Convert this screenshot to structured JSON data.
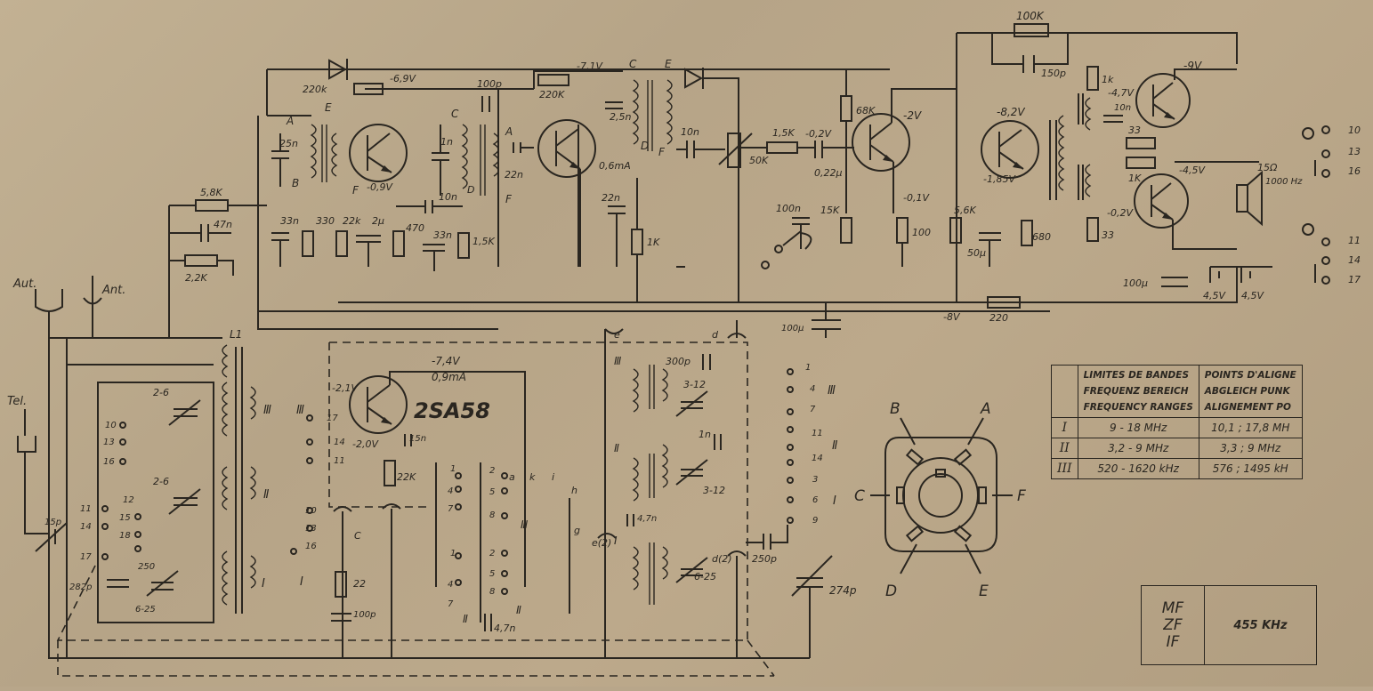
{
  "colors": {
    "paper": "#bcaa8c",
    "ink": "#2a2620"
  },
  "labels": {
    "aut": "Aut.",
    "ant": "Ant.",
    "tel": "Tel.",
    "l1": "L1",
    "transistor_type": "2SA58",
    "v_7_4": "-7,4V",
    "ma_0_9": "0,9mA",
    "v_2_1": "-2,1V",
    "v_2_0": "-2,0V",
    "v_6_9": "-6,9V",
    "v_7_1": "-7,1V",
    "v_0_9": "-0,9V",
    "ma_0_6": "0,6mA",
    "v_0_2": "-0,2V",
    "v_2": "-2V",
    "v_0_1": "-0,1V",
    "v_8_2": "-8,2V",
    "v_1_85": "-1,85V",
    "v_9": "-9V",
    "v_4_7": "-4,7V",
    "v_4_5": "-4,5V",
    "v_0_2b": "-0,2V",
    "v_8": "-8V",
    "bat1": "4,5V",
    "bat2": "4,5V",
    "speaker": "15Ω",
    "hz": "1000 Hz",
    "r_100k": "100K",
    "c_150p": "150p",
    "r_220k_a": "220k",
    "r_220k_b": "220K",
    "c_100p": "100p",
    "c_25n": "25n",
    "c_1n": "1n",
    "c_10n_a": "10n",
    "c_2_5n": "2,5n",
    "c_22n_a": "22n",
    "c_10n_b": "10n",
    "r_50k": "50K",
    "r_1_5k_a": "1,5K",
    "c_0_22": "0,22μ",
    "r_68k": "68K",
    "r_1k_a": "1k",
    "c_10n_c": "10n",
    "r_33_a": "33",
    "r_1k_b": "1K",
    "r_5_8k": "5,8K",
    "c_47n": "47n",
    "r_2_2k": "2,2K",
    "c_33n_a": "33n",
    "r_330": "330",
    "r_22k_a": "22k",
    "c_2u": "2μ",
    "r_470": "470",
    "c_33n_b": "33n",
    "r_1_5k_b": "1,5K",
    "c_22n_b": "22n",
    "r_1k_c": "1K",
    "c_100n": "100n",
    "r_15k": "15K",
    "r_100": "100",
    "r_5_6k": "5,6K",
    "c_50u": "50μ",
    "r_680": "680",
    "r_33_b": "33",
    "c_100u_a": "100μ",
    "c_100u_b": "100μ",
    "r_220": "220",
    "c_2_6_a": "2-6",
    "c_2_6_b": "2-6",
    "c_15p": "15p",
    "c_282p": "282p",
    "c_250_a": "250",
    "c_6_25_a": "6-25",
    "c_15n": "15n",
    "r_22k_b": "22K",
    "r_22": "22",
    "c_100p_b": "100p",
    "c_300p": "300p",
    "c_3_12_a": "3-12",
    "c_1n_b": "1n",
    "c_3_12_b": "3-12",
    "c_4_7n_a": "4,7n",
    "c_6_25_b": "6-25",
    "c_250p": "250p",
    "c_274p": "274p",
    "c_4_7n_b": "4,7n",
    "sock_a": "A",
    "sock_b": "B",
    "sock_c": "C",
    "sock_d": "D",
    "sock_e": "E",
    "sock_f": "F"
  },
  "band_table": {
    "headers": [
      [
        "LIMITES DE BANDES",
        "FREQUENZ BEREICH",
        "FREQUENCY RANGES"
      ],
      [
        "POINTS D'ALIGNE",
        "ABGLEICH PUNK",
        "ALIGNEMENT PO"
      ]
    ],
    "rows": [
      {
        "band": "I",
        "range": "9 - 18 MHz",
        "points": "10,1 ; 17,8 MH"
      },
      {
        "band": "II",
        "range": "3,2 - 9 MHz",
        "points": "3,3 ; 9 MHz"
      },
      {
        "band": "III",
        "range": "520 - 1620 kHz",
        "points": "576 ; 1495 kH"
      }
    ]
  },
  "if_box": {
    "labels": [
      "MF",
      "ZF",
      "IF"
    ],
    "value": "455 KHz"
  }
}
